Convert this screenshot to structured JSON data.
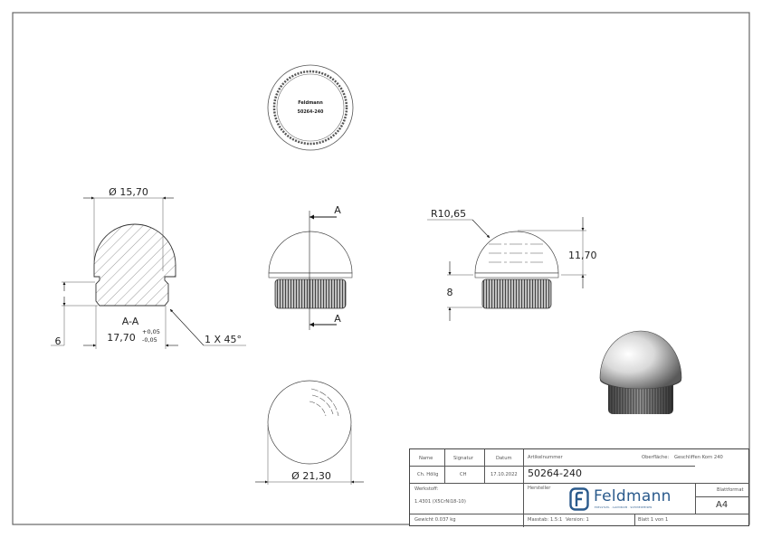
{
  "drawing": {
    "top_view": {
      "brand": "Feldmann",
      "article": "50264-240"
    },
    "section": {
      "label": "A-A",
      "dim_top_diameter": "Ø 15,70",
      "dim_bottom": "17,70",
      "tol_plus": "+0,05",
      "tol_minus": "-0,05",
      "dim_height": "6",
      "chamfer": "1 X 45°"
    },
    "front_view": {
      "cut_label_top": "A",
      "cut_label_bottom": "A"
    },
    "side_view": {
      "radius": "R10,65",
      "height": "11,70",
      "shank_height": "8"
    },
    "bottom_view": {
      "diameter": "Ø 21,30"
    }
  },
  "title_block": {
    "name_label": "Name",
    "signature_label": "Signatur",
    "date_label": "Datum",
    "name_value": "Ch. Hölig",
    "signature_value": "CH",
    "date_value": "17.10.2022",
    "article_label": "Artikelnummer",
    "article_value": "50264-240",
    "surface_label": "Oberfläche:",
    "surface_value": "Geschliffen Korn 240",
    "material_label": "Werkstoff:",
    "material_value": "1.4301 (X5CrNi18-10)",
    "manufacturer_label": "Hersteller",
    "logo_name": "Feldmann",
    "logo_tagline": "EDELSTAHL · ALUMINIUM · SCHMIEDEEISEN",
    "format_label": "Blattformat",
    "format_value": "A4",
    "weight": "Gewicht 0.037 kg",
    "scale": "Masstab: 1.5:1",
    "version": "Version: 1",
    "sheet": "Blatt 1 von 1"
  }
}
